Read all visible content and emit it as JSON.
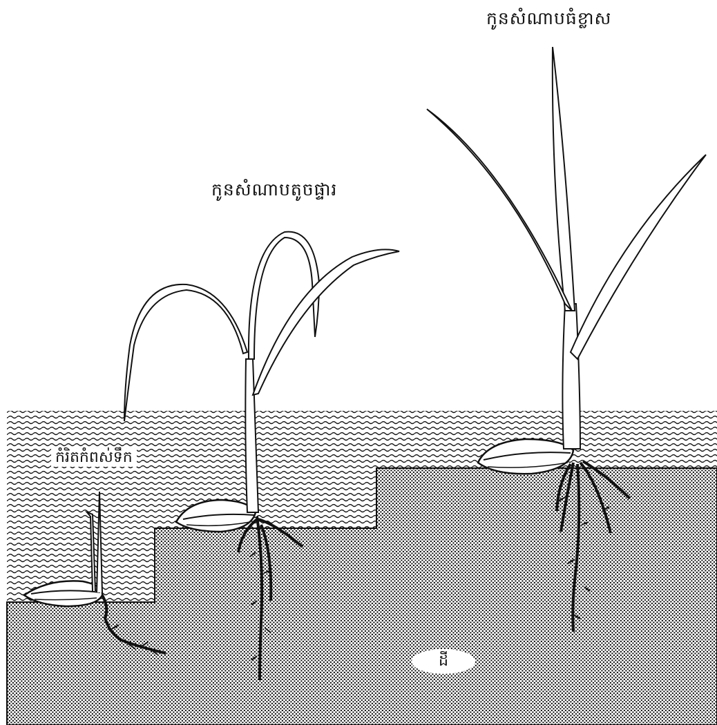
{
  "labels": {
    "large_seedling": "កូនសំណាបធំខ្លាស",
    "medium_seedling": "កូនសំណាបតូចផ្ទារ",
    "water_zone": "កំរិតកំពស់ទឹក",
    "soil": "ដី"
  },
  "colors": {
    "ink": "#111111",
    "paper": "#ffffff"
  }
}
